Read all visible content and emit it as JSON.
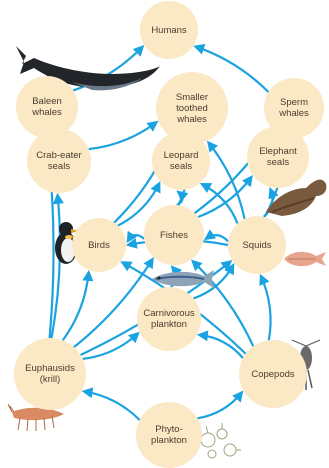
{
  "nodes": [
    {
      "key": "humans",
      "label": "Humans"
    },
    {
      "key": "baleen",
      "label": "Baleen\nwhales"
    },
    {
      "key": "smaller",
      "label": "Smaller\ntoothed\nwhales"
    },
    {
      "key": "sperm",
      "label": "Sperm\nwhales"
    },
    {
      "key": "crabeater",
      "label": "Crab-eater\nseals"
    },
    {
      "key": "leopard",
      "label": "Leopard\nseals"
    },
    {
      "key": "elephant",
      "label": "Elephant\nseals"
    },
    {
      "key": "birds",
      "label": "Birds"
    },
    {
      "key": "fishes",
      "label": "Fishes"
    },
    {
      "key": "squids",
      "label": "Squids"
    },
    {
      "key": "carnivorous",
      "label": "Carnivorous\nplankton"
    },
    {
      "key": "euphausids",
      "label": "Euphausids\n(krill)"
    },
    {
      "key": "copepods",
      "label": "Copepods"
    },
    {
      "key": "phyto",
      "label": "Phyto-\nplankton"
    }
  ],
  "colors": {
    "node_fill": "#fbe8c4",
    "arrow": "#1aa3e0",
    "label": "#4a3d2e"
  },
  "icons": [
    "whale-illustration",
    "penguin-illustration",
    "elephant-seal-illustration",
    "squid-illustration",
    "fish-illustration",
    "krill-illustration",
    "copepod-illustration",
    "phytoplankton-illustration"
  ]
}
